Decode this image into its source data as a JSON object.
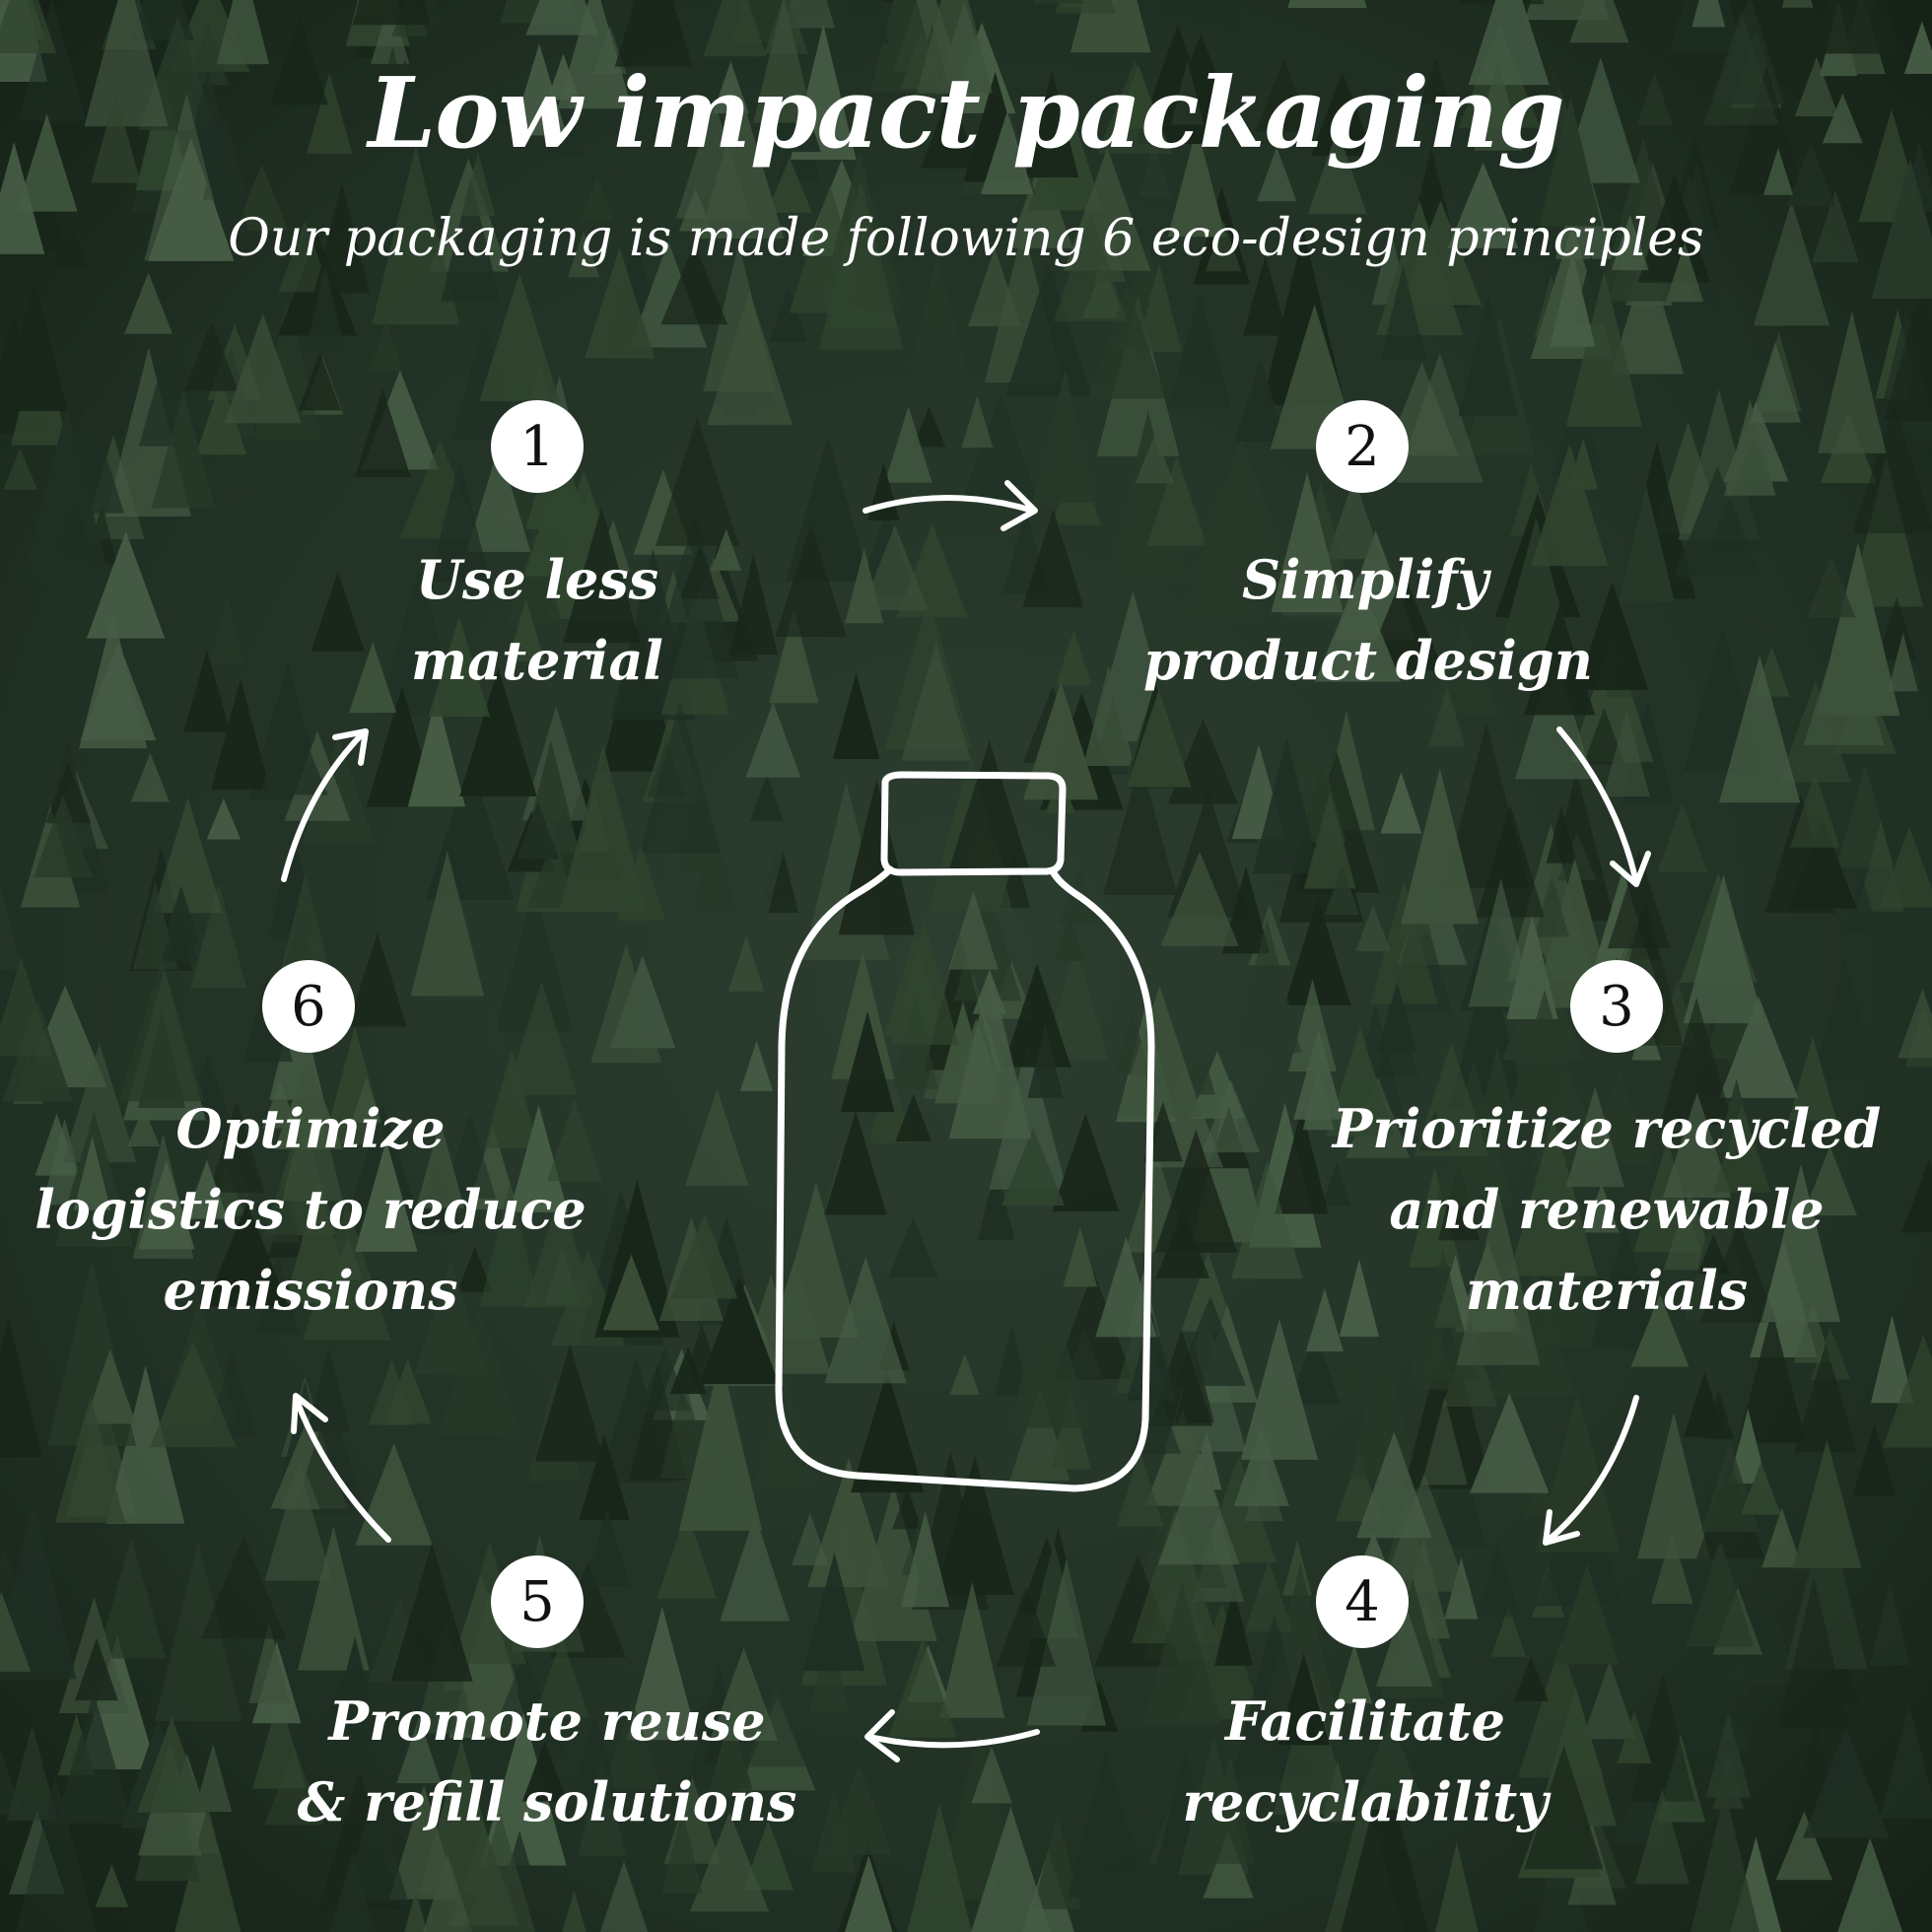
{
  "header": {
    "title": "Low impact packaging",
    "subtitle": "Our packaging is made following 6 eco-design principles"
  },
  "steps": [
    {
      "number": "1",
      "lines": [
        "Use less",
        "material"
      ]
    },
    {
      "number": "2",
      "lines": [
        "Simplify",
        "product design"
      ]
    },
    {
      "number": "3",
      "lines": [
        "Prioritize recycled",
        "and renewable",
        "materials"
      ]
    },
    {
      "number": "4",
      "lines": [
        "Facilitate",
        "recyclability"
      ]
    },
    {
      "number": "5",
      "lines": [
        "Promote reuse",
        "& refill solutions"
      ]
    },
    {
      "number": "6",
      "lines": [
        "Optimize",
        "logistics to reduce",
        "emissions"
      ]
    }
  ],
  "icons": [
    "bottle-icon",
    "cycle-arrow-icon"
  ],
  "colors": {
    "forest_dark": "#1c2a1d",
    "forest_mid": "#2f4330",
    "forest_light": "#4b6348",
    "text": "#ffffff",
    "badge_text": "#111111"
  }
}
